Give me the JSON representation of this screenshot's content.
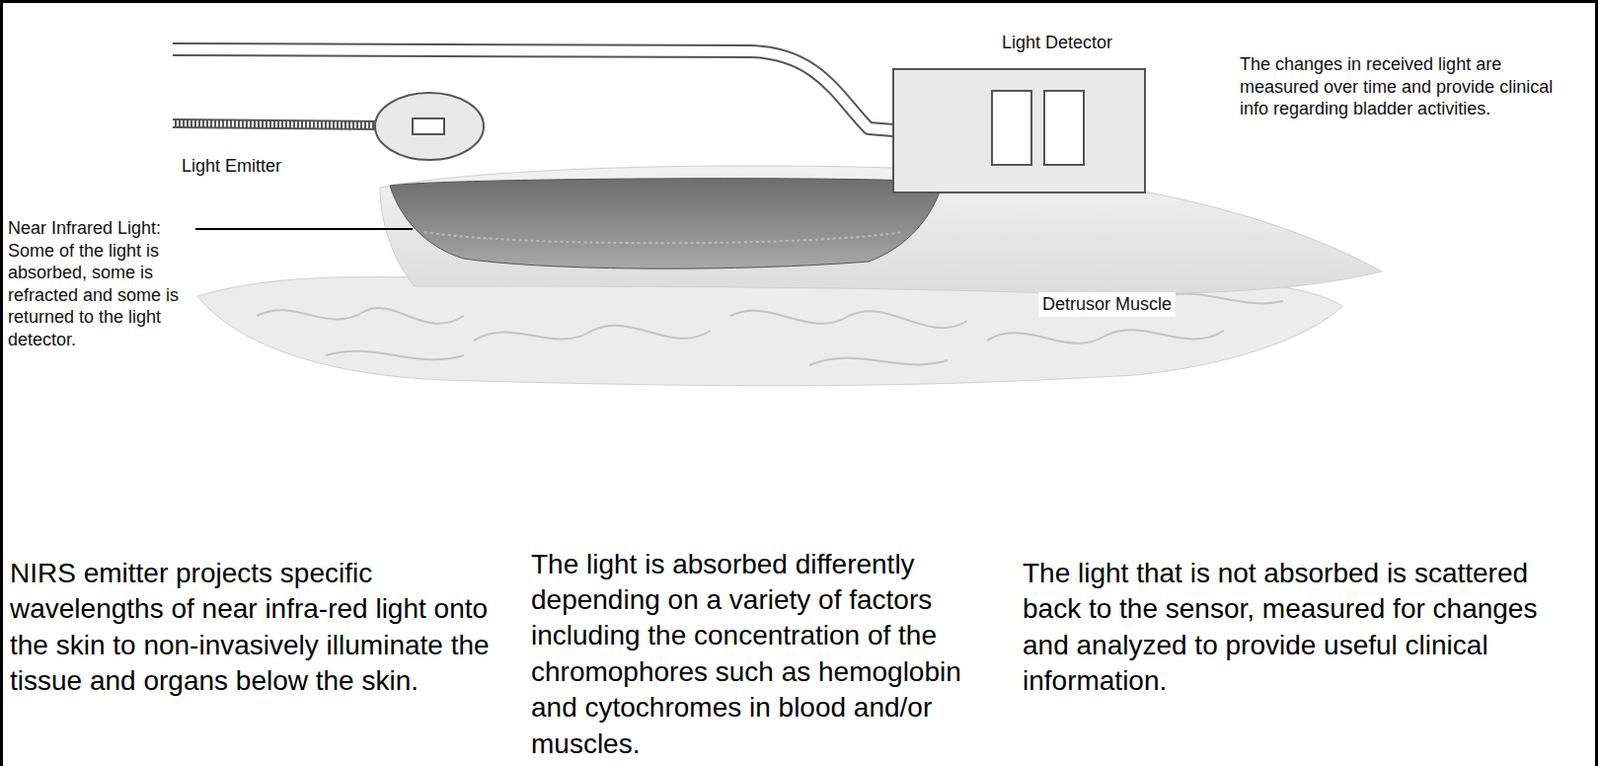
{
  "diagram": {
    "labels": [
      "Light Detector",
      "The changes in received light are measured over time and provide clinical info regarding bladder activities.",
      "Light Emitter",
      "Near Infrared Light: Some of the light is absorbed, some is refracted and some is returned to the light detector.",
      "Detrusor Muscle",
      "NIRS emitter projects specific wavelengths of near infra-red light onto the skin to non-invasively illuminate the tissue and organs below the skin.",
      "The light is absorbed differently depending on a variety of factors including the concentration of the chromophores such as hemoglobin and cytochromes in blood and/or muscles.",
      "The light that is not absorbed is scattered back to the sensor, measured for changes and analyzed to provide useful clinical information."
    ]
  }
}
